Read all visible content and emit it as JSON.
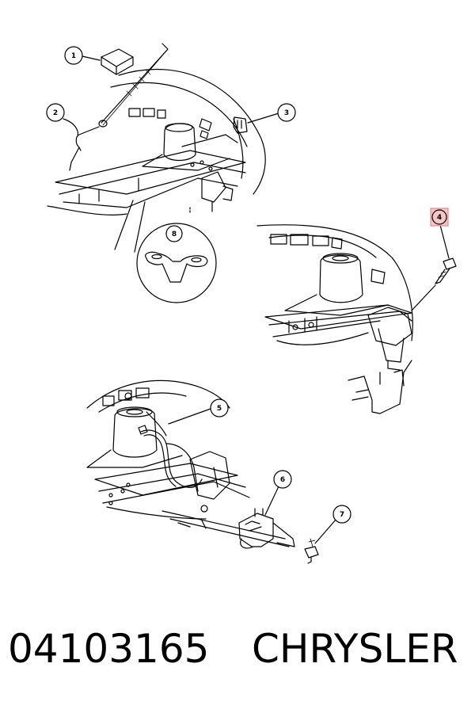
{
  "callouts": [
    "1",
    "2",
    "3",
    "4",
    "5",
    "6",
    "7",
    "8"
  ],
  "footer": {
    "part_number": "04103165",
    "brand": "CHRYSLER"
  },
  "colors": {
    "line": "#000000",
    "highlight_fill": "#f4c6c6",
    "highlight_stroke": "#e07a7a"
  }
}
